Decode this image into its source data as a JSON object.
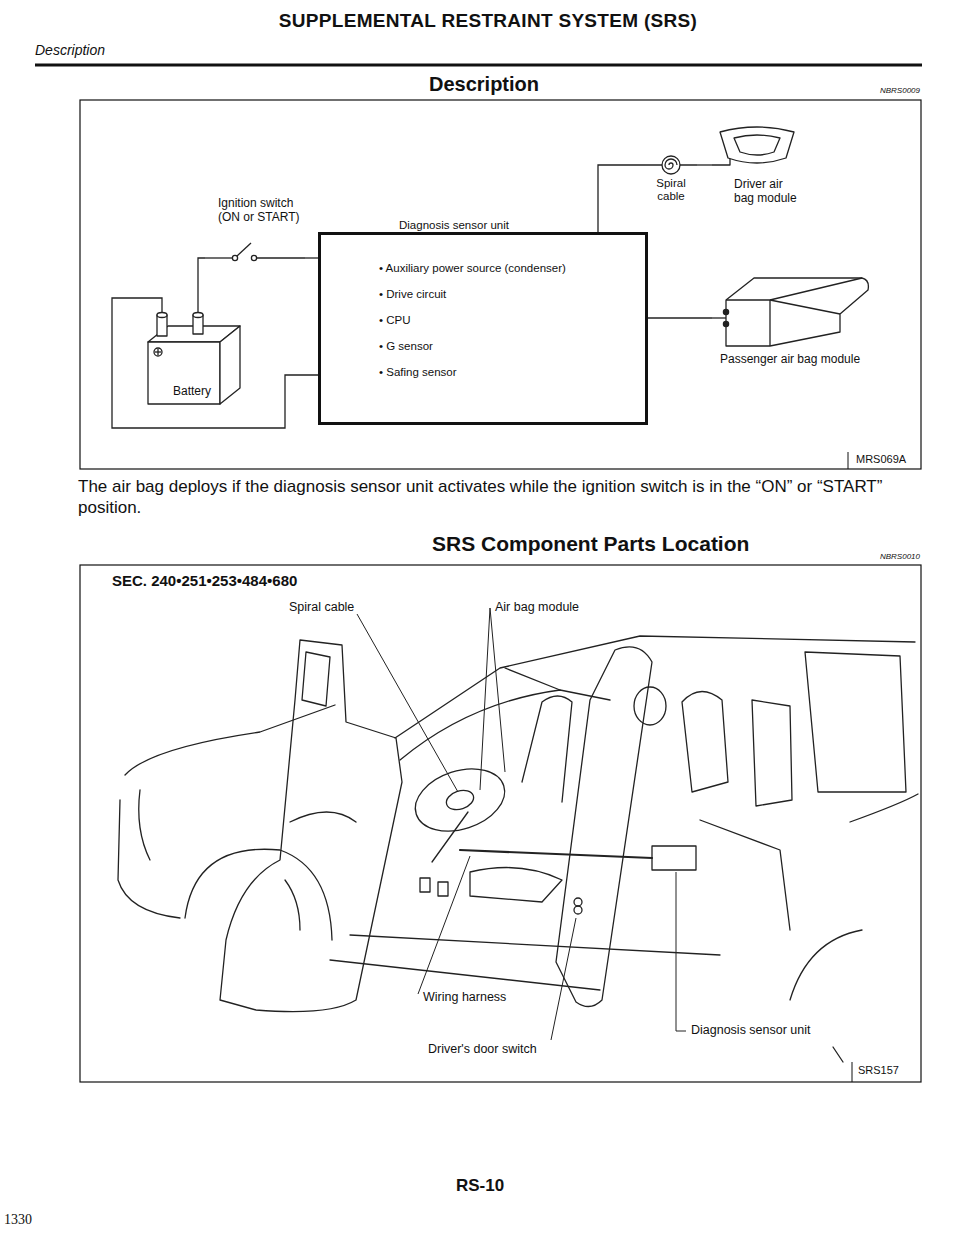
{
  "diagram": {
    "title": "SUPPLEMENTAL RESTRAINT SYSTEM (SRS)",
    "nodes": [
      {
        "text": [
          "Ignition switch (ON or START)"
        ]
      },
      {
        "text": [
          "Battery"
        ]
      },
      {
        "text": [
          "Diagnosis sensor unit",
          "• Auxiliary power source (condenser)",
          "• Drive circuit",
          "• CPU",
          "• G sensor",
          "• Safing sensor"
        ]
      },
      {
        "text": [
          "Spiral cable"
        ]
      },
      {
        "text": [
          "Driver air bag module"
        ]
      },
      {
        "text": [
          "Passenger air bag module"
        ]
      }
    ],
    "edges": [
      {
        "from": 1,
        "to": 0,
        "arrow": "none"
      },
      {
        "from": 0,
        "to": 2,
        "arrow": "none"
      },
      {
        "from": 1,
        "to": 2,
        "arrow": "none"
      },
      {
        "from": 2,
        "to": 3,
        "arrow": "none"
      },
      {
        "from": 3,
        "to": 4,
        "arrow": "none"
      },
      {
        "from": 2,
        "to": 5,
        "arrow": "none"
      }
    ],
    "labels": [
      "Description",
      "Description",
      "NBRS0009",
      "MRS069A",
      "The air bag deploys if the diagnosis sensor unit activates while the ignition switch is in the “ON” or “START” position.",
      "SRS Component Parts Location",
      "NBRS0010",
      "SEC. 240•251•253•484•680",
      "Spiral cable",
      "Air bag module",
      "Wiring harness",
      "Driver's door switch",
      "Diagnosis sensor unit",
      "SRS157",
      "RS-10",
      "1330"
    ]
  }
}
